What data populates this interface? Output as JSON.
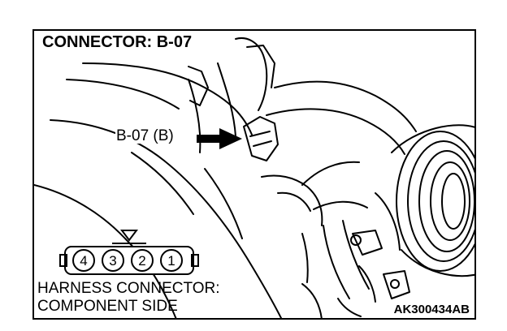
{
  "diagram": {
    "title": "CONNECTOR: B-07",
    "callout_label": "B-07 (B)",
    "connector_pins": [
      "4",
      "3",
      "2",
      "1"
    ],
    "harness_line1": "HARNESS CONNECTOR:",
    "harness_line2": "COMPONENT SIDE",
    "figure_code": "AK300434AB"
  }
}
